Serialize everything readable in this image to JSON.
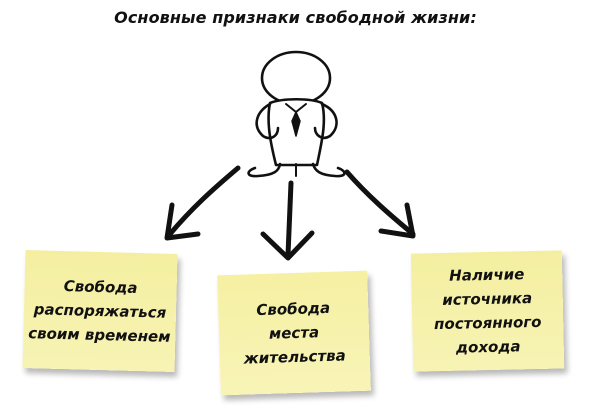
{
  "diagram": {
    "title": "Основные признаки свободной жизни:",
    "notes": [
      {
        "lines": [
          "Свобода",
          "распоряжаться",
          "своим временем"
        ]
      },
      {
        "lines": [
          "Свобода",
          "места",
          "жительства"
        ]
      },
      {
        "lines": [
          "Наличие",
          "источника",
          "постоянного",
          "дохода"
        ]
      }
    ],
    "colors": {
      "note": "#f6f1a8",
      "ink": "#111111"
    }
  }
}
